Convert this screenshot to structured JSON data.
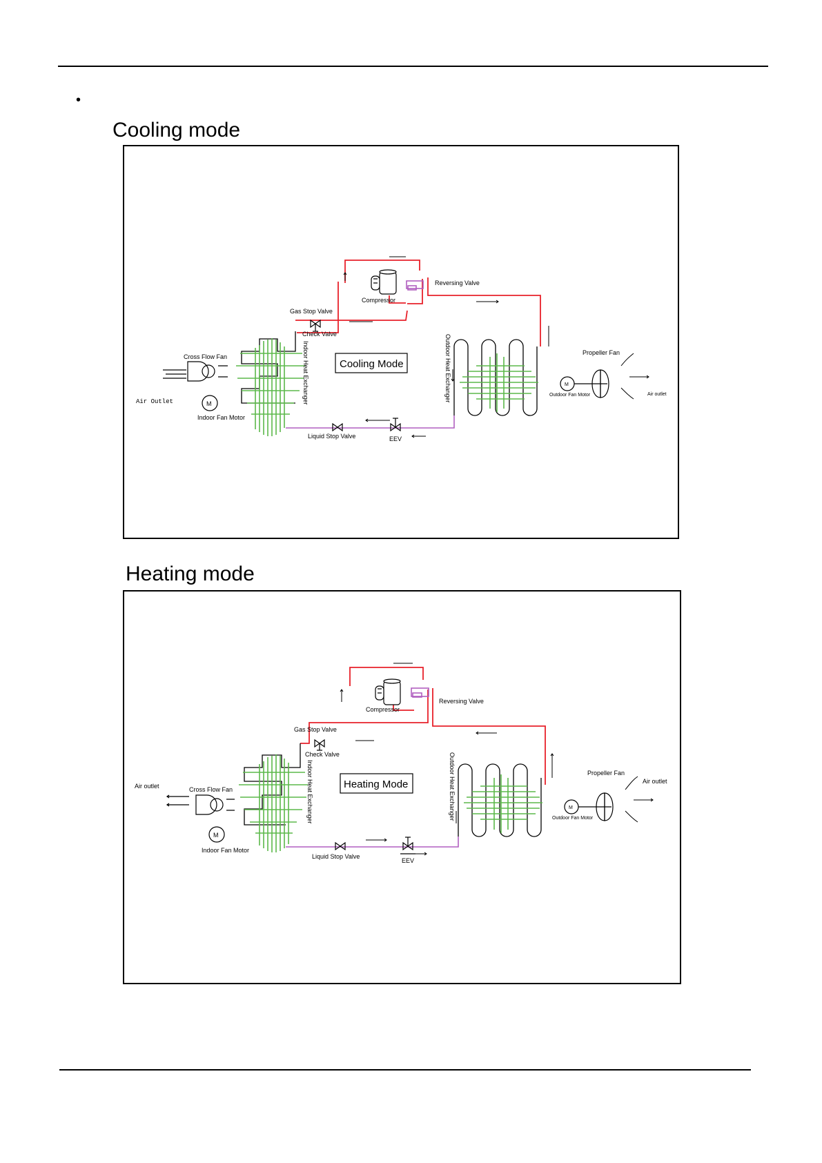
{
  "page": {
    "bullet": "•"
  },
  "cooling": {
    "section_title": "Cooling mode",
    "mode_label": "Cooling Mode",
    "labels": {
      "compressor": "Compressor",
      "reversing_valve": "Reversing Valve",
      "gas_stop_valve": "Gas Stop Valve",
      "check_valve": "Check Valve",
      "indoor_heat_exchanger": "Indoor Heat Exchanger",
      "outdoor_heat_exchanger": "Outdoor Heat Exchanger",
      "cross_flow_fan": "Cross Flow Fan",
      "indoor_fan_motor": "Indoor Fan Motor",
      "liquid_stop_valve": "Liquid Stop Valve",
      "eev": "EEV",
      "propeller_fan": "Propeller Fan",
      "outdoor_fan_motor": "Outdoor Fan Motor",
      "indoor_air_outlet": "Air Outlet",
      "outdoor_air_outlet": "Air outlet",
      "motor_symbol": "M"
    }
  },
  "heating": {
    "section_title": "Heating mode",
    "mode_label": "Heating Mode",
    "labels": {
      "compressor": "Compressor",
      "reversing_valve": "Reversing Valve",
      "gas_stop_valve": "Gas Stop Valve",
      "check_valve": "Check Valve",
      "indoor_heat_exchanger": "Indoor Heat Exchanger",
      "outdoor_heat_exchanger": "Outdoor Heat Exchanger",
      "cross_flow_fan": "Cross Flow Fan",
      "indoor_fan_motor": "Indoor Fan Motor",
      "liquid_stop_valve": "Liquid Stop Valve",
      "eev": "EEV",
      "propeller_fan": "Propeller Fan",
      "outdoor_fan_motor": "Outdoor Fan Motor",
      "indoor_air_outlet": "Air outlet",
      "outdoor_air_outlet": "Air outlet",
      "motor_symbol": "M"
    }
  },
  "colors": {
    "gas_line": "#e8202a",
    "liquid_line": "#b05fc0",
    "coil_fins": "#5cb84a",
    "outline": "#000000"
  }
}
